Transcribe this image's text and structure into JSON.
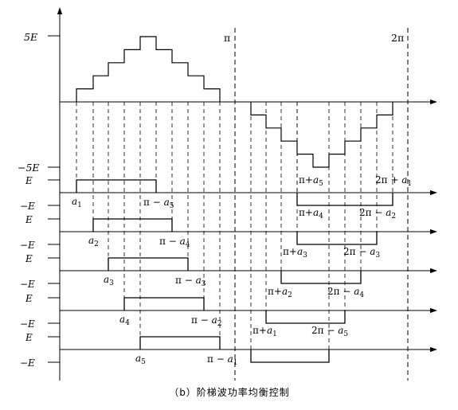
{
  "figure": {
    "caption": "（b）阶梯波功率均衡控制",
    "main_axis_labels": {
      "y_pos": "5E",
      "y_neg": "−5E",
      "x_pi": "π",
      "x_2pi": "2π"
    },
    "staircase": {
      "positive_levels": [
        1,
        2,
        3,
        4,
        5,
        4,
        3,
        2,
        1
      ],
      "negative_levels": [
        -1,
        -2,
        -3,
        -4,
        -5,
        -4,
        -3,
        -2,
        -1
      ]
    },
    "pulses": [
      {
        "e_pos": "E",
        "e_neg": "−E",
        "start_pos": "a1",
        "end_pos": "π − a5",
        "start_neg": "π+a5",
        "end_neg": "2π + a1"
      },
      {
        "e_pos": "E",
        "e_neg": "−E",
        "start_pos": "a2",
        "end_pos": "π − a4",
        "start_neg": "π+a4",
        "end_neg": "2π − a2"
      },
      {
        "e_pos": "E",
        "e_neg": "−E",
        "start_pos": "a3",
        "end_pos": "π − a3",
        "start_neg": "π+a3",
        "end_neg": "2π − a3"
      },
      {
        "e_pos": "E",
        "e_neg": "−E",
        "start_pos": "a4",
        "end_pos": "π − a2",
        "start_neg": "π+a2",
        "end_neg": "2π − a4"
      },
      {
        "e_pos": "E",
        "e_neg": "−E",
        "start_pos": "a5",
        "end_pos": "π − a1",
        "start_neg": "π+a1",
        "end_neg": "2π − a5"
      }
    ]
  }
}
